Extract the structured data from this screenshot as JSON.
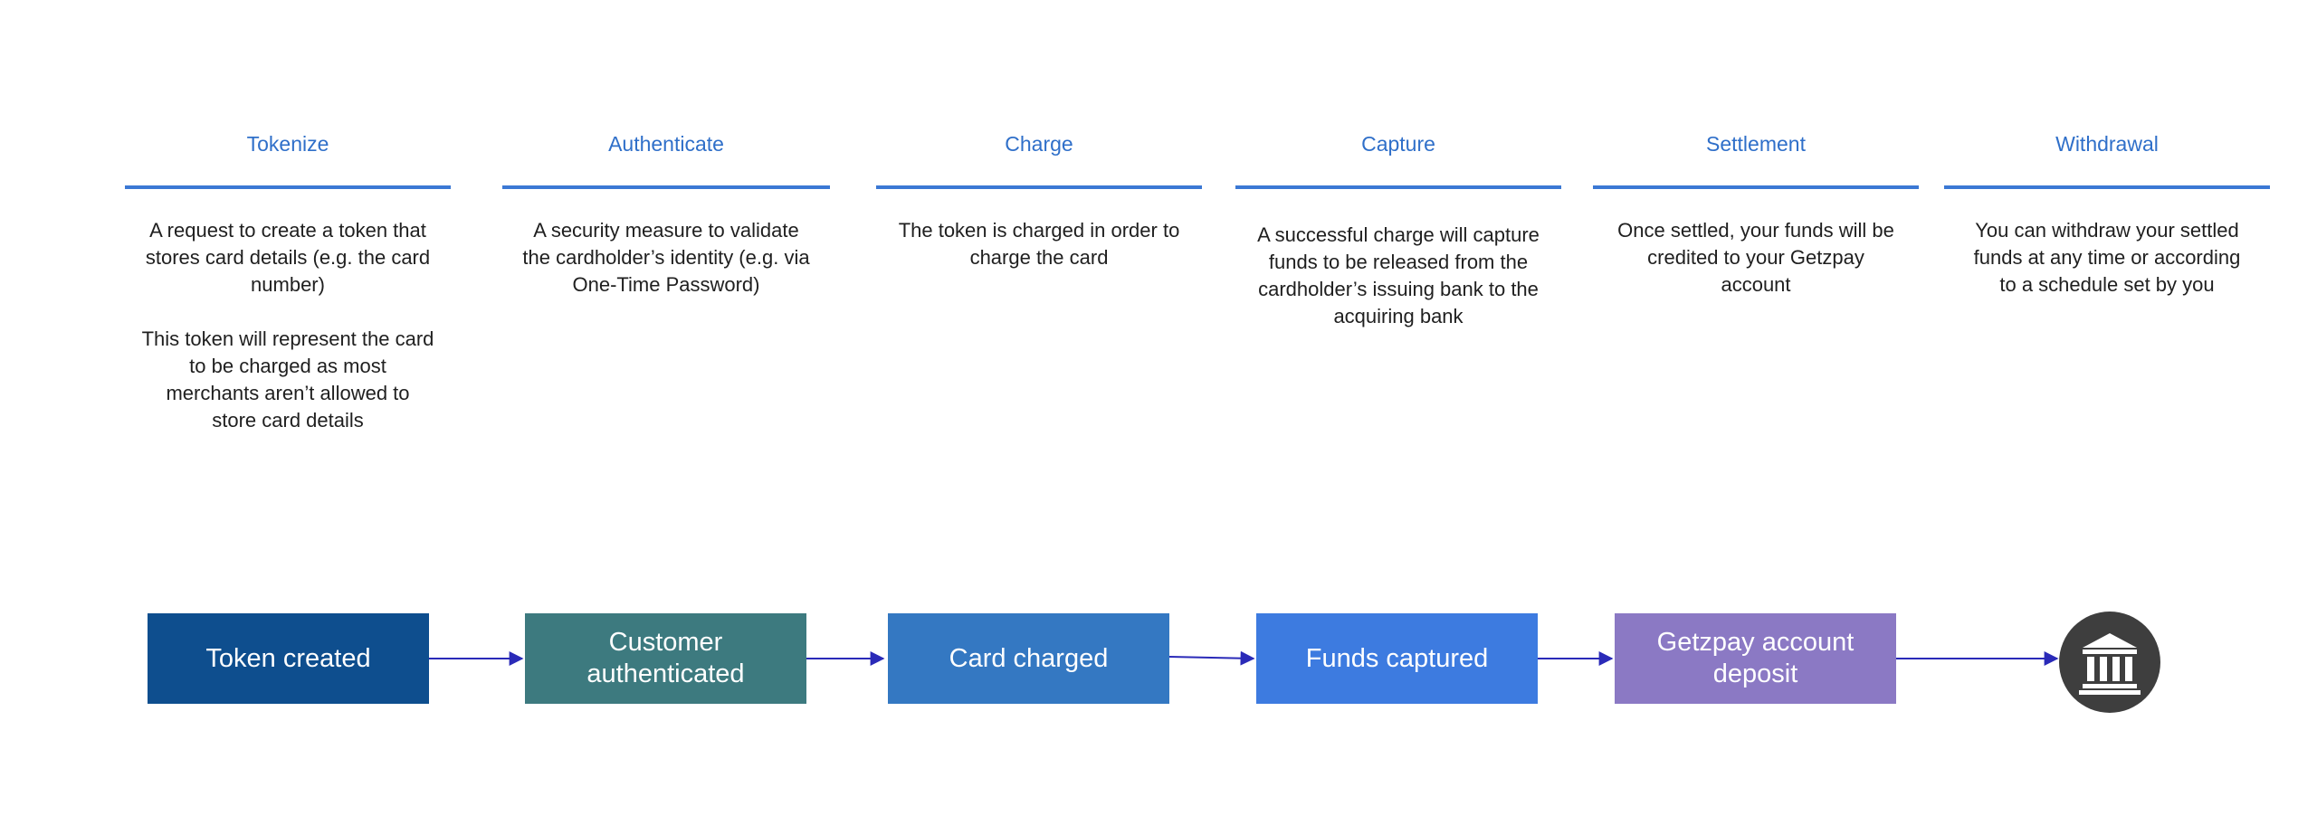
{
  "stages": [
    {
      "title": "Tokenize",
      "description": [
        "A request to create a token that stores card details (e.g. the card number)",
        "This token will represent the card to be charged as most merchants aren’t allowed to store card details"
      ]
    },
    {
      "title": "Authenticate",
      "description": [
        "A security measure to validate the cardholder’s identity (e.g. via One-Time Password)"
      ]
    },
    {
      "title": "Charge",
      "description": [
        "The token is charged in order to charge the card"
      ]
    },
    {
      "title": "Capture",
      "description": [
        "A successful charge will capture funds to be released from the cardholder’s issuing bank to the acquiring bank"
      ]
    },
    {
      "title": "Settlement",
      "description": [
        "Once settled, your funds will be credited to your Getzpay account"
      ]
    },
    {
      "title": "Withdrawal",
      "description": [
        "You can withdraw your settled funds at any time or according to a schedule set by you"
      ]
    }
  ],
  "flow": {
    "steps": [
      {
        "label": "Token created",
        "color": "#0e4e8e"
      },
      {
        "label": "Customer authenticated",
        "color": "#3d7a7f"
      },
      {
        "label": "Card charged",
        "color": "#3478c2"
      },
      {
        "label": "Funds captured",
        "color": "#3d7be0"
      },
      {
        "label": "Getzpay account deposit",
        "color": "#8b79c4"
      }
    ],
    "end_icon": "bank-icon",
    "arrow_color": "#2a2ab8"
  },
  "colors": {
    "title": "#2f6fc9",
    "rule": "#3b78d4",
    "text": "#1f1f1f",
    "icon_bg": "#3e3e3e"
  }
}
